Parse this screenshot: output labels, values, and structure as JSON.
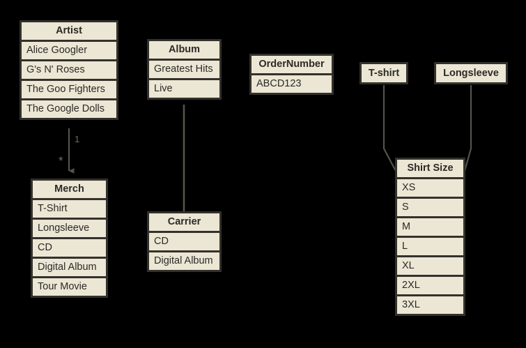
{
  "diagram": {
    "title": "merch-entity-diagram",
    "colors": {
      "background": "#000000",
      "box_fill": "#ece6d5",
      "box_border": "#33312b",
      "text": "#2b2a25",
      "connector": "#55534b",
      "label_text": "#6f6d64"
    },
    "entities": [
      {
        "id": "artist",
        "header": "Artist",
        "rows": [
          "Alice Googler",
          "G's N' Roses",
          "The Goo Fighters",
          "The Google Dolls"
        ]
      },
      {
        "id": "album",
        "header": "Album",
        "rows": [
          "Greatest Hits",
          "Live"
        ]
      },
      {
        "id": "ordernumber",
        "header": "OrderNumber",
        "rows": [
          "ABCD123"
        ]
      },
      {
        "id": "tshirt",
        "header": "T-shirt",
        "rows": []
      },
      {
        "id": "longsleeve",
        "header": "Longsleeve",
        "rows": []
      },
      {
        "id": "merch",
        "header": "Merch",
        "rows": [
          "T-Shirt",
          "Longsleeve",
          "CD",
          "Digital Album",
          "Tour Movie"
        ]
      },
      {
        "id": "carrier",
        "header": "Carrier",
        "rows": [
          "CD",
          "Digital Album"
        ]
      },
      {
        "id": "shirtsize",
        "header": "Shirt Size",
        "rows": [
          "XS",
          "S",
          "M",
          "L",
          "XL",
          "2XL",
          "3XL"
        ]
      }
    ],
    "cardinalities": {
      "artist_merch_one": "1",
      "artist_merch_many": "*"
    }
  }
}
